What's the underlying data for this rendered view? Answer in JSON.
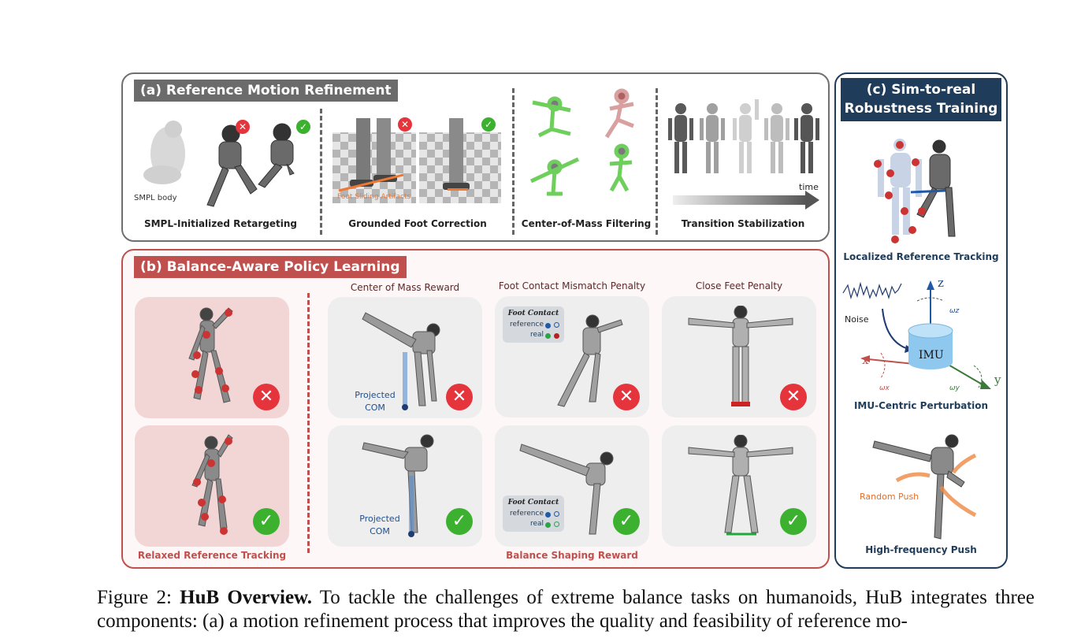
{
  "panel_a": {
    "header": "(a) Reference Motion Refinement",
    "sections": [
      {
        "caption": "SMPL-Initialized Retargeting"
      },
      {
        "caption": "Grounded Foot Correction"
      },
      {
        "caption": "Center-of-Mass Filtering"
      },
      {
        "caption": "Transition Stabilization"
      }
    ],
    "smpl_label": "SMPL body",
    "artifact_label": "Foot Sliding Artifacts",
    "time_label": "time"
  },
  "panel_b": {
    "header": "(b)  Balance-Aware Policy Learning",
    "col_titles": [
      "Center of Mass Reward",
      "Foot Contact Mismatch Penalty",
      "Close Feet Penalty"
    ],
    "projected_com": "Projected\nCOM",
    "legend_title": "Foot Contact",
    "legend_ref": "reference",
    "legend_real": "real",
    "caption_left": "Relaxed Reference Tracking",
    "caption_right": "Balance Shaping Reward"
  },
  "panel_c": {
    "header_line1": "(c) Sim-to-real",
    "header_line2": "Robustness Training",
    "cap1": "Localized Reference Tracking",
    "noise": "Noise",
    "imu": "IMU",
    "axis_z": "z",
    "axis_x": "x",
    "axis_y": "y",
    "omega_z": "ωz",
    "omega_x": "ωx",
    "omega_y": "ωy",
    "cap2": "IMU-Centric Perturbation",
    "random_push": "Random Push",
    "cap3": "High-frequency Push"
  },
  "caption": {
    "label": "Figure 2: ",
    "bold": "HuB Overview.",
    "text": " To tackle the challenges of extreme balance tasks on humanoids, HuB integrates three components: (a) a motion refinement process that improves the quality and feasibility of reference mo-"
  },
  "colors": {
    "panel_a": "#6b6b6b",
    "panel_b": "#c0504d",
    "panel_c": "#1f3c5a",
    "cross": "#e5343c",
    "check": "#3cb02f"
  }
}
